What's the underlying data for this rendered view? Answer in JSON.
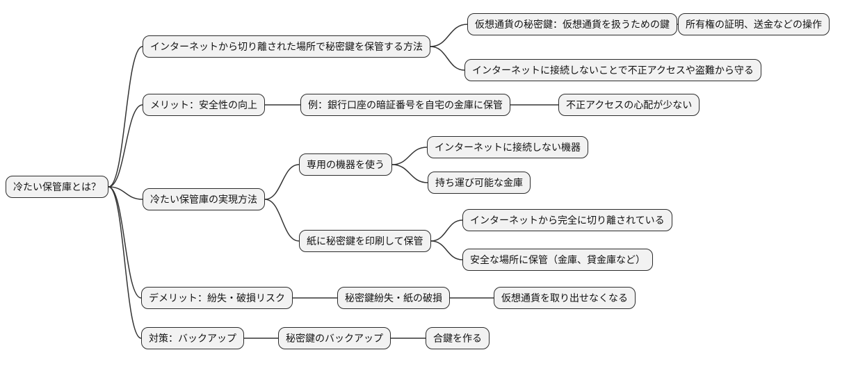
{
  "diagram": {
    "type": "mindmap",
    "language": "ja"
  },
  "colors": {
    "node_fill": "#f2f2f2",
    "node_border": "#2b2b2b",
    "link_color": "#333333",
    "text_color": "#111111",
    "background": "#ffffff"
  },
  "nodes": {
    "root": {
      "label": "冷たい保管庫とは？"
    },
    "b1": {
      "label": "インターネットから切り離された場所で秘密鍵を保管する方法"
    },
    "b1c1": {
      "label": "仮想通貨の秘密鍵：仮想通貨を扱うための鍵"
    },
    "b1c1c1": {
      "label": "所有権の証明、送金などの操作"
    },
    "b1c2": {
      "label": "インターネットに接続しないことで不正アクセスや盗難から守る"
    },
    "b2": {
      "label": "メリット：安全性の向上"
    },
    "b2c1": {
      "label": "例：銀行口座の暗証番号を自宅の金庫に保管"
    },
    "b2c1c1": {
      "label": "不正アクセスの心配が少ない"
    },
    "b3": {
      "label": "冷たい保管庫の実現方法"
    },
    "b3c1": {
      "label": "専用の機器を使う"
    },
    "b3c1c1": {
      "label": "インターネットに接続しない機器"
    },
    "b3c1c2": {
      "label": "持ち運び可能な金庫"
    },
    "b3c2": {
      "label": "紙に秘密鍵を印刷して保管"
    },
    "b3c2c1": {
      "label": "インターネットから完全に切り離されている"
    },
    "b3c2c2": {
      "label": "安全な場所に保管（金庫、貸金庫など）"
    },
    "b4": {
      "label": "デメリット：紛失・破損リスク"
    },
    "b4c1": {
      "label": "秘密鍵紛失・紙の破損"
    },
    "b4c1c1": {
      "label": "仮想通貨を取り出せなくなる"
    },
    "b5": {
      "label": "対策：バックアップ"
    },
    "b5c1": {
      "label": "秘密鍵のバックアップ"
    },
    "b5c1c1": {
      "label": "合鍵を作る"
    }
  },
  "links": [
    [
      "root",
      "b1"
    ],
    [
      "root",
      "b2"
    ],
    [
      "root",
      "b3"
    ],
    [
      "root",
      "b4"
    ],
    [
      "root",
      "b5"
    ],
    [
      "b1",
      "b1c1"
    ],
    [
      "b1",
      "b1c2"
    ],
    [
      "b1c1",
      "b1c1c1"
    ],
    [
      "b2",
      "b2c1"
    ],
    [
      "b2c1",
      "b2c1c1"
    ],
    [
      "b3",
      "b3c1"
    ],
    [
      "b3",
      "b3c2"
    ],
    [
      "b3c1",
      "b3c1c1"
    ],
    [
      "b3c1",
      "b3c1c2"
    ],
    [
      "b3c2",
      "b3c2c1"
    ],
    [
      "b3c2",
      "b3c2c2"
    ],
    [
      "b4",
      "b4c1"
    ],
    [
      "b4c1",
      "b4c1c1"
    ],
    [
      "b5",
      "b5c1"
    ],
    [
      "b5c1",
      "b5c1c1"
    ]
  ]
}
